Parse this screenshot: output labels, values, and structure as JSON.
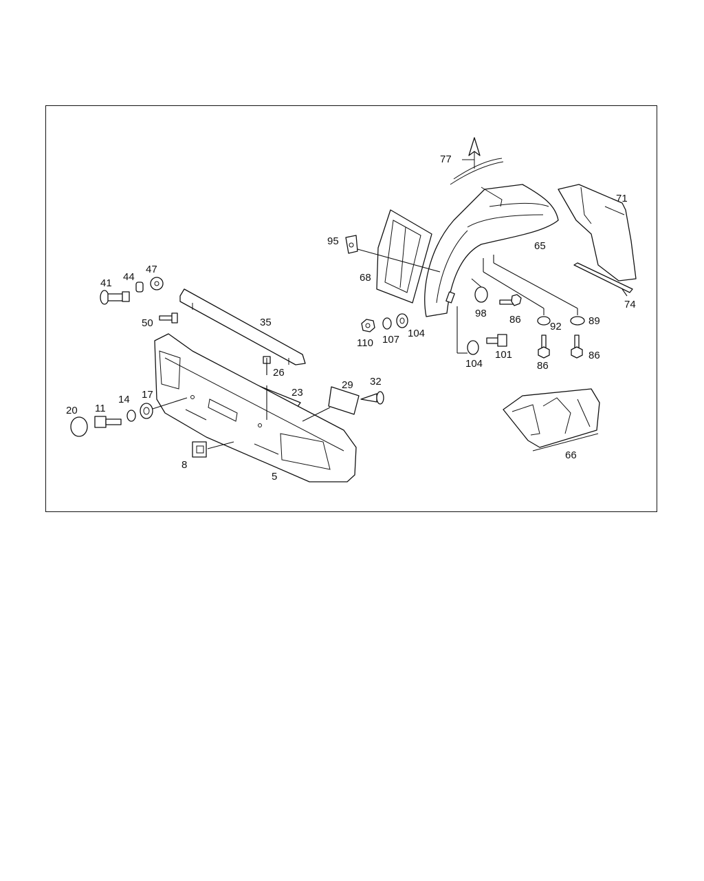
{
  "diagram": {
    "labels": [
      "77",
      "71",
      "65",
      "95",
      "68",
      "98",
      "86",
      "92",
      "89",
      "74",
      "110",
      "107",
      "104",
      "104",
      "101",
      "86",
      "86",
      "66",
      "41",
      "44",
      "47",
      "50",
      "35",
      "26",
      "23",
      "29",
      "32",
      "20",
      "11",
      "14",
      "17",
      "8",
      "5"
    ]
  }
}
